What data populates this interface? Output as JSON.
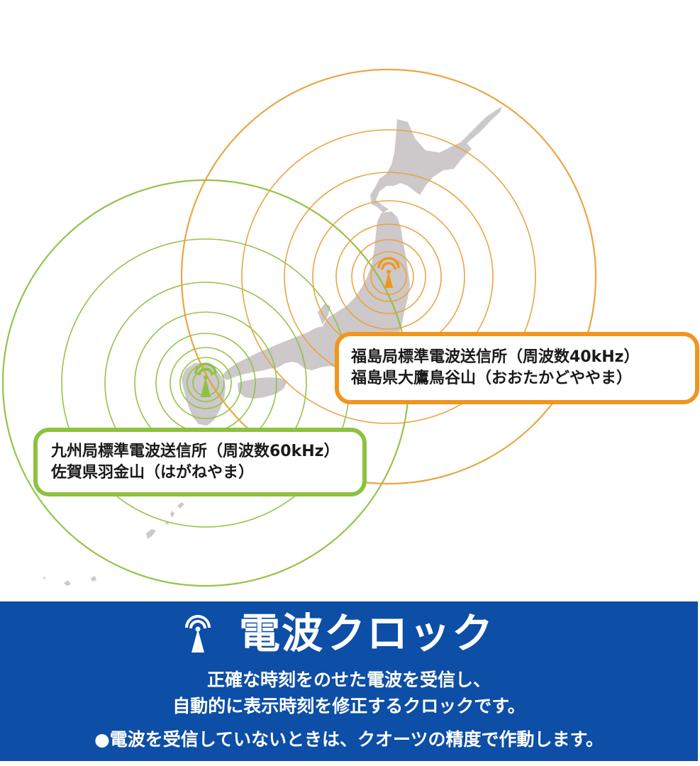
{
  "colors": {
    "orange": "#f0961e",
    "green": "#8dc23f",
    "map_land": "#cdc8c9",
    "banner_blue": "#0d4ea6",
    "text_dark": "#1a1a1a"
  },
  "stations": [
    {
      "name": "福島局標準電波送信所（周波数40kHz）",
      "location": "福島県大鷹鳥谷山（おおたかどややま）",
      "frequency": "40kHz",
      "color": "orange",
      "icon": "radio-tower-icon"
    },
    {
      "name": "九州局標準電波送信所（周波数60kHz）",
      "location": "佐賀県羽金山（はがねやま）",
      "frequency": "60kHz",
      "color": "green",
      "icon": "radio-tower-icon"
    }
  ],
  "banner": {
    "icon": "radio-tower-icon",
    "title": "電波クロック",
    "description_line1": "正確な時刻をのせた電波を受信し、",
    "description_line2": "自動的に表示時刻を修正するクロックです。",
    "note": "●電波を受信していないときは、クオーツの精度で作動します。"
  }
}
